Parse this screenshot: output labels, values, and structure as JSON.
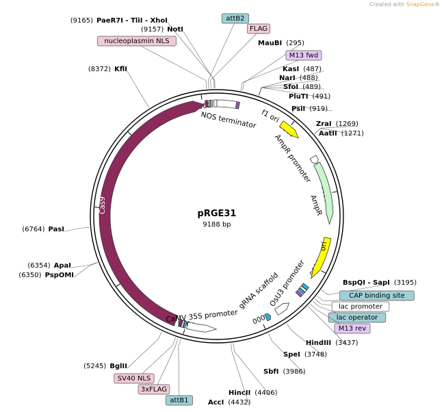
{
  "watermark": {
    "prefix": "Created with ",
    "brand": "SnapGene",
    "suffix": "®"
  },
  "plasmid": {
    "name": "pRGE31",
    "size_label": "9188 bp",
    "length": 9188
  },
  "colors": {
    "cas9": "#8c2a5c",
    "ampr": "#c9f5cf",
    "yellow": "#ffff00",
    "promoter": "#ffffff",
    "grna_scaffold": "#2ab4e0",
    "nls_box": "#f0cbd8",
    "attb_box": "#9fd0d8",
    "flag_box": "#f0cbd8",
    "primer_box": "#e6c8f5",
    "site_box": "#9fd0d8"
  },
  "ticks": [
    "1000",
    "2000",
    "3000",
    "4000",
    "5000",
    "6000",
    "7000",
    "8000",
    "9000"
  ],
  "features": [
    {
      "label": "Cas9",
      "start": 5140,
      "end": 9030,
      "color": "#8c2a5c",
      "dir": 1,
      "arrow": true,
      "label_inside": true
    },
    {
      "label": "AmpR",
      "start": 1590,
      "end": 2400,
      "color": "#c9f5cf",
      "dir": 1,
      "arrow": true,
      "label_inside": false
    },
    {
      "label": "f1 ori",
      "start": 890,
      "end": 1180,
      "color": "#ffff00",
      "dir": 1,
      "arrow": true,
      "label_inside": true
    },
    {
      "label": "ori",
      "start": 2580,
      "end": 3150,
      "color": "#ffff00",
      "dir": 1,
      "arrow": true,
      "label_inside": false
    },
    {
      "label": "AmpR promoter",
      "start": 1490,
      "end": 1585,
      "color": "#ffffff",
      "dir": 1,
      "arrow": true,
      "label_inside": false
    },
    {
      "label": "CaMV 35S promoter",
      "start": 4600,
      "end": 4980,
      "color": "#ffffff",
      "dir": -1,
      "arrow": true,
      "label_inside": false
    },
    {
      "label": "OsU3 promoter",
      "start": 3580,
      "end": 3780,
      "color": "#ffffff",
      "dir": -1,
      "arrow": true,
      "label_inside": false
    },
    {
      "label": "gRNA scaffold",
      "start": 3870,
      "end": 3935,
      "color": "#2ab4e0",
      "dir": -1,
      "arrow": true,
      "label_inside": false
    },
    {
      "label": "NOS terminator",
      "start": 9150,
      "end": 9188,
      "color": "#ffffff",
      "dir": 1,
      "arrow": false,
      "label_inside": false
    },
    {
      "label": "NOS terminator",
      "start": 0,
      "end": 250,
      "color": "#ffffff",
      "dir": 1,
      "arrow": false,
      "label_inside": false
    },
    {
      "label": "Cas9",
      "start": 9040,
      "end": 9070,
      "color": "#8c2a5c",
      "dir": 1,
      "arrow": false,
      "label_inside": false
    },
    {
      "label": "attB2",
      "start": 9085,
      "end": 9105,
      "color": "#9fd0d8",
      "dir": 1,
      "arrow": false,
      "label_inside": false
    },
    {
      "label": "FLAG",
      "start": 9110,
      "end": 9130,
      "color": "#f0cbd8",
      "dir": 1,
      "arrow": false,
      "label_inside": false
    },
    {
      "label": "M13 fwd",
      "start": 260,
      "end": 290,
      "color": "#a64dcc",
      "dir": 1,
      "arrow": false,
      "label_inside": false
    },
    {
      "label": "SV40 NLS",
      "start": 5060,
      "end": 5090,
      "color": "#8c2a5c",
      "dir": 1,
      "arrow": false,
      "label_inside": false
    },
    {
      "label": "3xFLAG",
      "start": 5030,
      "end": 5055,
      "color": "#f0cbd8",
      "dir": 1,
      "arrow": false,
      "label_inside": false
    },
    {
      "label": "attB1",
      "start": 5000,
      "end": 5025,
      "color": "#2ab4e0",
      "dir": 1,
      "arrow": false,
      "label_inside": false
    },
    {
      "label": "lac operator",
      "start": 3340,
      "end": 3370,
      "color": "#2ab4e0",
      "dir": 1,
      "arrow": false,
      "label_inside": false
    },
    {
      "label": "lac promoter",
      "start": 3305,
      "end": 3335,
      "color": "#ffffff",
      "dir": 1,
      "arrow": false,
      "label_inside": false
    },
    {
      "label": "CAP binding site",
      "start": 3260,
      "end": 3300,
      "color": "#2ab4e0",
      "dir": 1,
      "arrow": false,
      "label_inside": false
    },
    {
      "label": "M13 rev",
      "start": 3385,
      "end": 3420,
      "color": "#a64dcc",
      "dir": 1,
      "arrow": false,
      "label_inside": false
    }
  ],
  "sites": [
    {
      "pos_label": "(9165)",
      "name": "PaeR7I - TliI - XhoI",
      "pos": 9165,
      "box": false,
      "side": "left",
      "boxColor": ""
    },
    {
      "pos_label": "(9157)",
      "name": "NotI",
      "pos": 9157,
      "box": false,
      "side": "left",
      "boxColor": ""
    },
    {
      "pos_label": "",
      "name": "attB2",
      "pos": 9095,
      "box": true,
      "side": "right",
      "boxColor": "#9fd0d8"
    },
    {
      "pos_label": "",
      "name": "FLAG",
      "pos": 9120,
      "box": true,
      "side": "right",
      "boxColor": "#f0cbd8"
    },
    {
      "pos_label": "",
      "name": "nucleoplasmin NLS",
      "pos": 9070,
      "box": true,
      "side": "left",
      "boxColor": "#f0cbd8"
    },
    {
      "pos_label": "(295)",
      "name": "MauBI",
      "pos": 295,
      "box": false,
      "side": "right",
      "boxColor": ""
    },
    {
      "pos_label": "",
      "name": "M13 fwd",
      "pos": 275,
      "box": true,
      "side": "right",
      "boxColor": "#e6c8f5"
    },
    {
      "pos_label": "(487)",
      "name": "KasI",
      "pos": 487,
      "box": false,
      "side": "right",
      "boxColor": ""
    },
    {
      "pos_label": "(488)",
      "name": "NarI",
      "pos": 488,
      "box": false,
      "side": "right",
      "boxColor": ""
    },
    {
      "pos_label": "(489)",
      "name": "SfoI",
      "pos": 489,
      "box": false,
      "side": "right",
      "boxColor": ""
    },
    {
      "pos_label": "(491)",
      "name": "PluTI",
      "pos": 491,
      "box": false,
      "side": "right",
      "boxColor": ""
    },
    {
      "pos_label": "(919)",
      "name": "PsiI",
      "pos": 919,
      "box": false,
      "side": "right",
      "boxColor": ""
    },
    {
      "pos_label": "(1269)",
      "name": "ZraI",
      "pos": 1269,
      "box": false,
      "side": "right",
      "boxColor": ""
    },
    {
      "pos_label": "(1271)",
      "name": "AatII",
      "pos": 1271,
      "box": false,
      "side": "right",
      "boxColor": ""
    },
    {
      "pos_label": "(8372)",
      "name": "KflI",
      "pos": 8372,
      "box": false,
      "side": "left",
      "boxColor": ""
    },
    {
      "pos_label": "(6764)",
      "name": "PasI",
      "pos": 6764,
      "box": false,
      "side": "left",
      "boxColor": ""
    },
    {
      "pos_label": "(6354)",
      "name": "ApaI",
      "pos": 6354,
      "box": false,
      "side": "left",
      "boxColor": ""
    },
    {
      "pos_label": "(6350)",
      "name": "PspOMI",
      "pos": 6350,
      "box": false,
      "side": "left",
      "boxColor": ""
    },
    {
      "pos_label": "(3195)",
      "name": "BspQI - SapI",
      "pos": 3195,
      "box": false,
      "side": "right",
      "boxColor": ""
    },
    {
      "pos_label": "",
      "name": "CAP binding site",
      "pos": 3280,
      "box": true,
      "side": "right",
      "boxColor": "#9fd0d8"
    },
    {
      "pos_label": "",
      "name": "lac promoter",
      "pos": 3320,
      "box": true,
      "side": "right",
      "boxColor": "#ffffff"
    },
    {
      "pos_label": "",
      "name": "lac operator",
      "pos": 3355,
      "box": true,
      "side": "right",
      "boxColor": "#9fd0d8"
    },
    {
      "pos_label": "",
      "name": "M13 rev",
      "pos": 3400,
      "box": true,
      "side": "right",
      "boxColor": "#e6c8f5"
    },
    {
      "pos_label": "(3437)",
      "name": "HindIII",
      "pos": 3437,
      "box": false,
      "side": "right",
      "boxColor": ""
    },
    {
      "pos_label": "(3748)",
      "name": "SpeI",
      "pos": 3748,
      "box": false,
      "side": "right",
      "boxColor": ""
    },
    {
      "pos_label": "(3986)",
      "name": "SbfI",
      "pos": 3986,
      "box": false,
      "side": "right",
      "boxColor": ""
    },
    {
      "pos_label": "(4406)",
      "name": "HincII",
      "pos": 4406,
      "box": false,
      "side": "right",
      "boxColor": ""
    },
    {
      "pos_label": "(4432)",
      "name": "AccI",
      "pos": 4432,
      "box": false,
      "side": "right",
      "boxColor": ""
    },
    {
      "pos_label": "(5245)",
      "name": "BglII",
      "pos": 5245,
      "box": false,
      "side": "left",
      "boxColor": ""
    },
    {
      "pos_label": "",
      "name": "SV40 NLS",
      "pos": 5075,
      "box": true,
      "side": "left",
      "boxColor": "#f0cbd8"
    },
    {
      "pos_label": "",
      "name": "3xFLAG",
      "pos": 5045,
      "box": true,
      "side": "left",
      "boxColor": "#f0cbd8"
    },
    {
      "pos_label": "",
      "name": "attB1",
      "pos": 5012,
      "box": true,
      "side": "left",
      "boxColor": "#9fd0d8"
    }
  ]
}
